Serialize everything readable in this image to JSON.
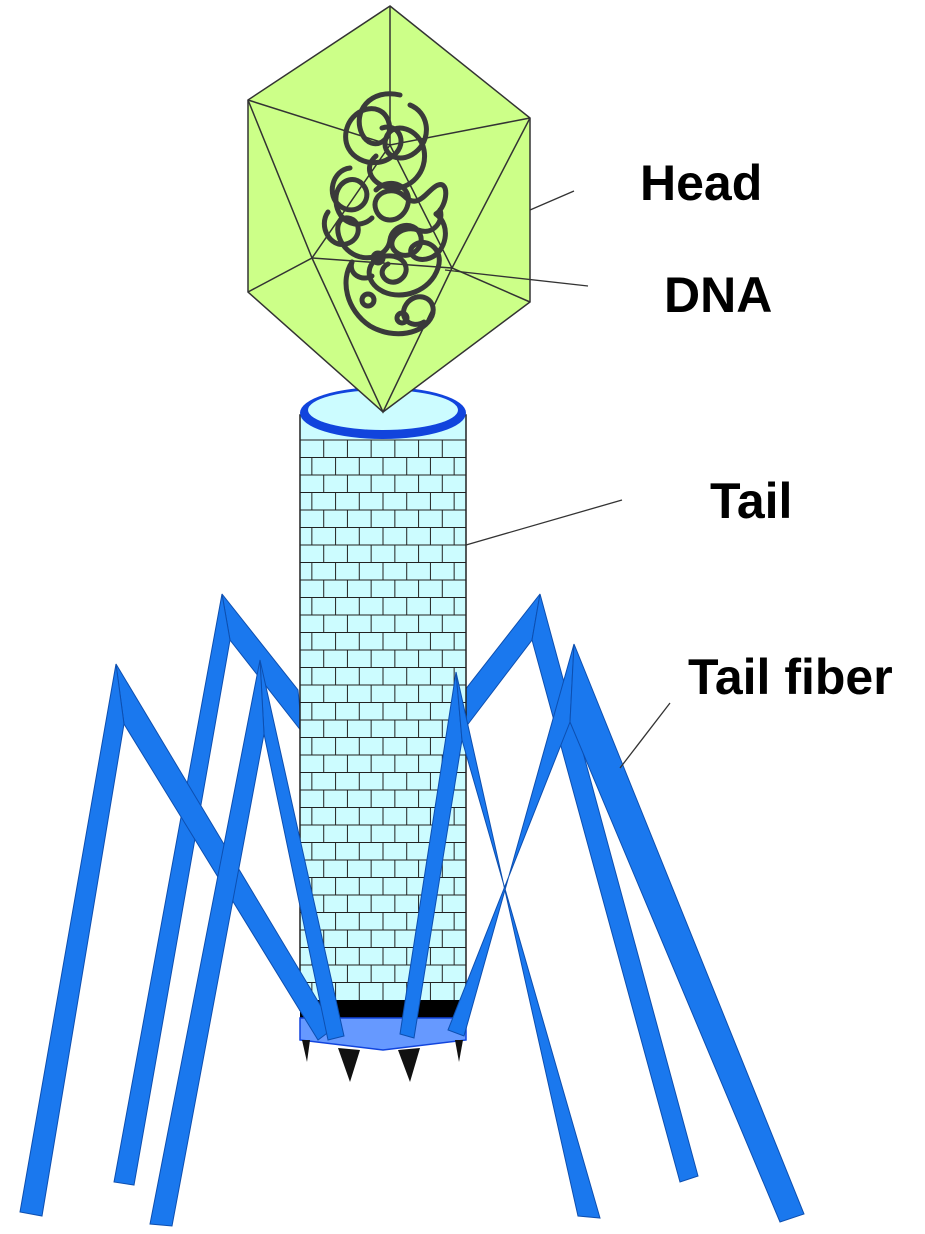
{
  "labels": {
    "head": "Head",
    "dna": "DNA",
    "tail": "Tail",
    "tail_fiber": "Tail fiber"
  },
  "colors": {
    "head_fill": "#ccff88",
    "head_edges": "#333333",
    "dna_strand": "#3a3a3a",
    "tail_fill": "#ccfcff",
    "tail_grid": "#222222",
    "collar": "#1144dd",
    "base_plate": "#6699ff",
    "fibers": "#1a78ee",
    "spikes": "#111111"
  }
}
